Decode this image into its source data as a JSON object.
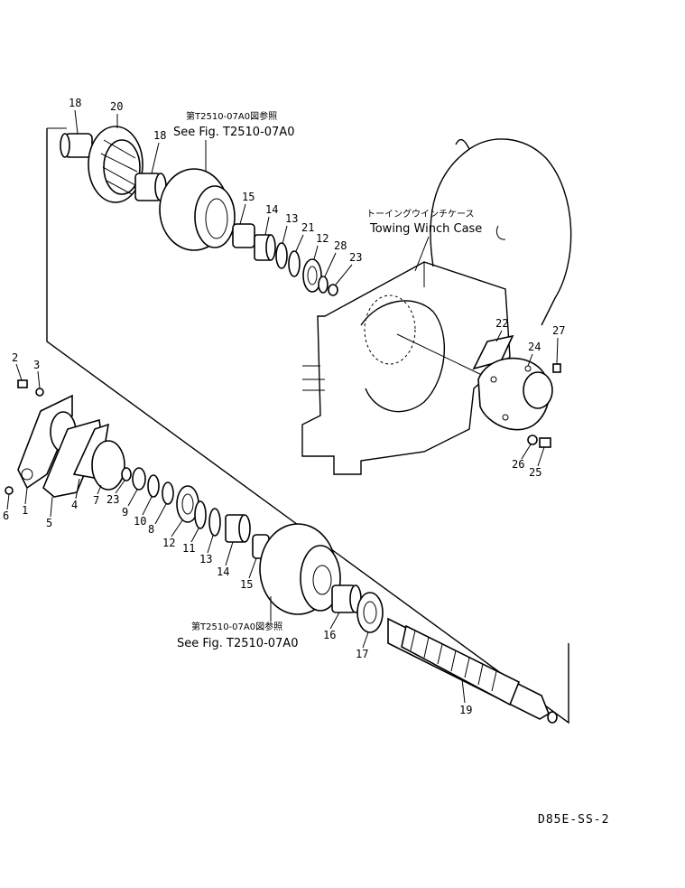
{
  "references": {
    "upper_jp": "第T2510-07A0図参照",
    "upper_en": "See Fig. T2510-07A0",
    "lower_jp": "第T2510-07A0図参照",
    "lower_en": "See Fig. T2510-07A0"
  },
  "case_label": {
    "jp": "トーイングウインチケース",
    "en": "Towing Winch Case"
  },
  "drawing_code": "D85E-SS-2",
  "callouts": {
    "c18a": "18",
    "c20": "20",
    "c18b": "18",
    "c15a": "15",
    "c14a": "14",
    "c13a": "13",
    "c21": "21",
    "c12a": "12",
    "c28": "28",
    "c23a": "23",
    "c22": "22",
    "c27": "27",
    "c24": "24",
    "c26": "26",
    "c25": "25",
    "c2": "2",
    "c3": "3",
    "c6": "6",
    "c1": "1",
    "c5": "5",
    "c4": "4",
    "c7": "7",
    "c23b": "23",
    "c9": "9",
    "c10": "10",
    "c8": "8",
    "c12b": "12",
    "c11": "11",
    "c13b": "13",
    "c14b": "14",
    "c15b": "15",
    "c16": "16",
    "c17": "17",
    "c19": "19"
  }
}
